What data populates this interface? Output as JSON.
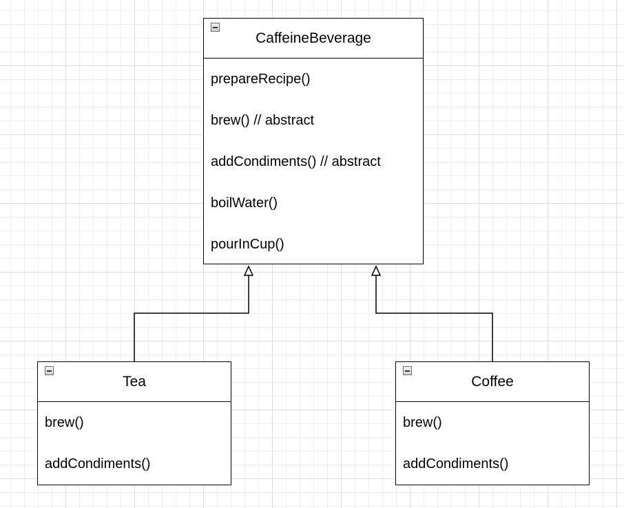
{
  "classes": {
    "parent": {
      "name": "CaffeineBeverage",
      "methods": [
        "prepareRecipe()",
        "brew() // abstract",
        "addCondiments() // abstract",
        "boilWater()",
        "pourInCup()"
      ]
    },
    "tea": {
      "name": "Tea",
      "methods": [
        "brew()",
        "addCondiments()"
      ]
    },
    "coffee": {
      "name": "Coffee",
      "methods": [
        "brew()",
        "addCondiments()"
      ]
    }
  },
  "relationships": [
    {
      "type": "inheritance",
      "from": "Tea",
      "to": "CaffeineBeverage"
    },
    {
      "type": "inheritance",
      "from": "Coffee",
      "to": "CaffeineBeverage"
    }
  ],
  "icons": {
    "collapse": "minus-square-icon"
  }
}
